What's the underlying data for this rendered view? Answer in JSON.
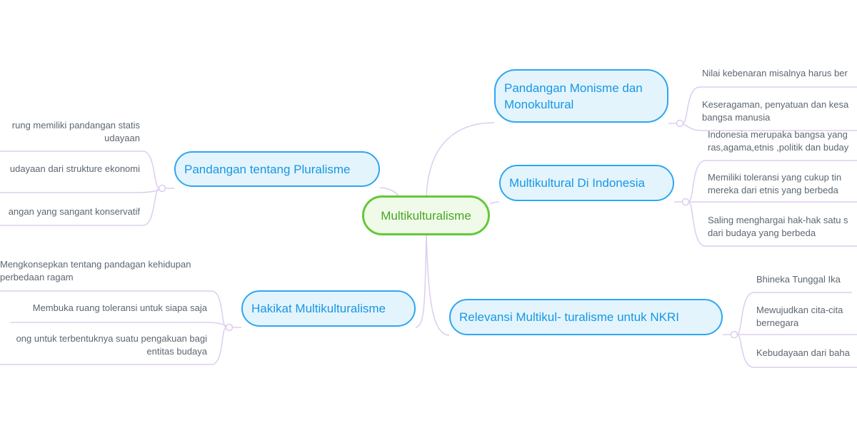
{
  "center": {
    "label": "Multikulturalisme"
  },
  "branches": [
    {
      "label": "Pandangan tentang Pluralisme",
      "items": [
        "rung memiliki pandangan statis\nudayaan",
        "udayaan dari strukture ekonomi",
        "angan yang sangant konservatif"
      ]
    },
    {
      "label": "Hakikat Multikulturalisme",
      "items": [
        "Mengkonsepkan tentang pandagan kehidupan\nperbedaan ragam",
        "Membuka ruang toleransi untuk siapa saja",
        "ong untuk terbentuknya suatu pengakuan bagi\nentitas budaya"
      ]
    },
    {
      "label": "Pandangan Monisme dan Monokultural",
      "items": [
        "Nilai kebenaran misalnya harus ber",
        "Keseragaman, penyatuan dan kesa\nbangsa manusia"
      ]
    },
    {
      "label": "Multikultural Di Indonesia",
      "items": [
        "Indonesia merupaka bangsa yang\nras,agama,etnis ,politik dan buday",
        "Memiliki toleransi yang cukup tin\nmereka dari etnis yang berbeda",
        "Saling menghargai hak-hak satu s\ndari budaya yang berbeda"
      ]
    },
    {
      "label": "Relevansi Multikul- turalisme untuk  NKRI",
      "items": [
        "Bhineka Tunggal Ika",
        "Mewujudkan cita-cita\nbernegara",
        "Kebudayaan dari baha"
      ]
    }
  ],
  "colors": {
    "topic_border": "#2ea7f0",
    "topic_bg": "#e4f4fd",
    "center_border": "#64c83a",
    "link": "#ddcdf0"
  }
}
